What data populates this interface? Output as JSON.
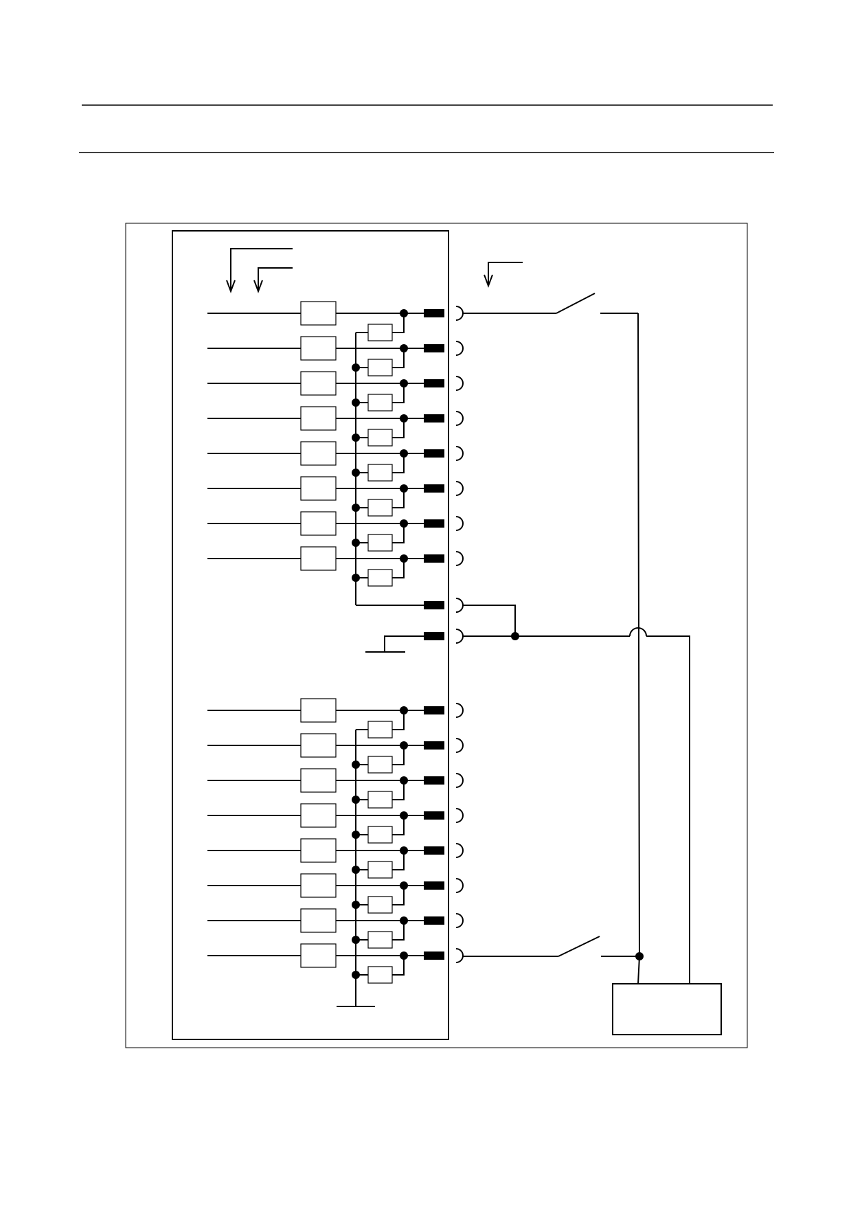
{
  "document": {
    "header_title": "",
    "header_subtitle": "",
    "figure_caption": ""
  },
  "diagram": {
    "module_label": "",
    "device_box_label": "",
    "group_1_channel_count": 8,
    "group_2_channel_count": 8,
    "group_1_channel_labels": [
      "",
      "",
      "",
      "",
      "",
      "",
      "",
      ""
    ],
    "group_2_channel_labels": [
      "",
      "",
      "",
      "",
      "",
      "",
      "",
      ""
    ],
    "common_terminal_count": 2,
    "arrow_labels": [
      "",
      "",
      ""
    ],
    "switch_labels": [
      "",
      ""
    ]
  }
}
